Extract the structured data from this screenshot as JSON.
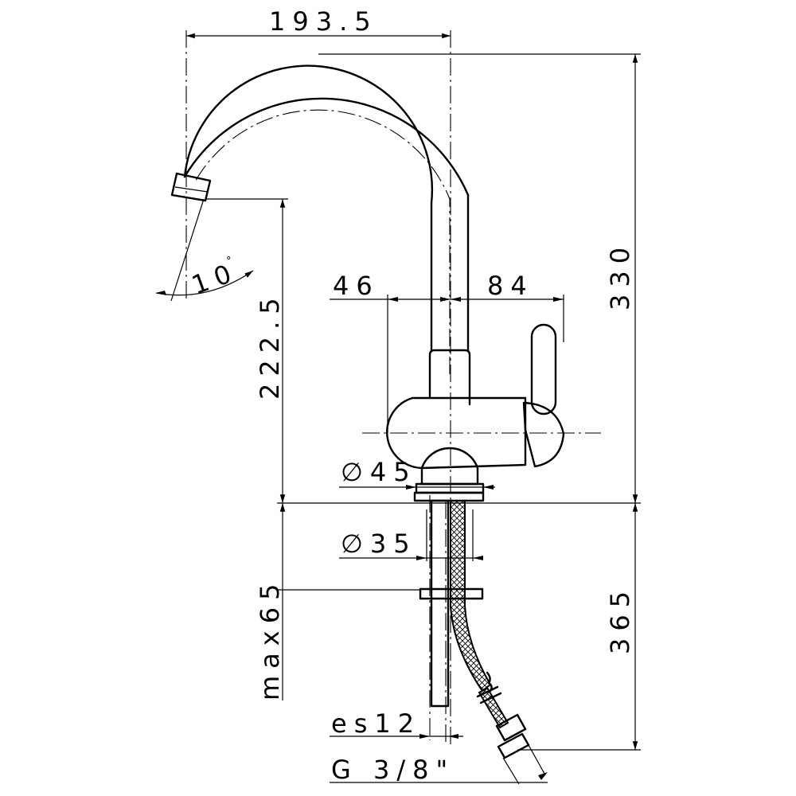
{
  "dimensions": {
    "spout_reach": "193.5",
    "height_total": "330",
    "spout_height": "222.5",
    "left_offset": "46",
    "right_offset": "84",
    "base_diameter": "∅45",
    "hole_diameter": "∅35",
    "max_thickness": "max65",
    "hose_length": "365",
    "rod_size": "es12",
    "connection": "G 3/8\"",
    "angle": "10",
    "angle_unit": "°"
  }
}
